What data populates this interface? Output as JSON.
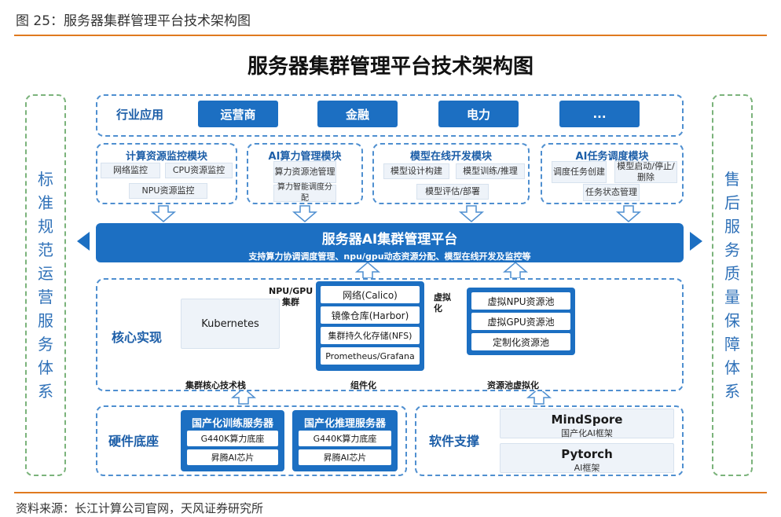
{
  "figure": {
    "caption": "图 25：服务器集群管理平台技术架构图",
    "source": "资料来源：长江计算公司官网，天风证券研究所"
  },
  "diagram": {
    "title": "服务器集群管理平台技术架构图",
    "left_column": [
      "标",
      "准",
      "规",
      "范",
      "运",
      "营",
      "服",
      "务",
      "体",
      "系"
    ],
    "right_column": [
      "售",
      "后",
      "服",
      "务",
      "质",
      "量",
      "保",
      "障",
      "体",
      "系"
    ],
    "industry": {
      "label": "行业应用",
      "items": [
        "运营商",
        "金融",
        "电力",
        "..."
      ]
    },
    "modules": [
      {
        "title": "计算资源监控模块",
        "items": [
          "网络监控",
          "CPU资源监控",
          "NPU资源监控"
        ]
      },
      {
        "title": "AI算力管理模块",
        "items": [
          "算力资源池管理",
          "算力智能调度分配"
        ]
      },
      {
        "title": "模型在线开发模块",
        "items": [
          "模型设计构建",
          "模型训练/推理",
          "模型评估/部署"
        ]
      },
      {
        "title": "AI任务调度模块",
        "items": [
          "调度任务创建",
          "模型启动/停止/删除",
          "任务状态管理"
        ]
      }
    ],
    "platform": {
      "title": "服务器AI集群管理平台",
      "subtitle": "支持算力协调调度管理、npu/gpu动态资源分配、模型在线开发及监控等"
    },
    "core": {
      "label": "核心实现",
      "kubernetes": "Kubernetes",
      "arrow1_label": "NPU/GPU集群",
      "components": [
        "网络(Calico)",
        "镜像仓库(Harbor)",
        "集群持久化存储(NFS)",
        "Prometheus/Grafana"
      ],
      "arrow2_label": "虚拟化",
      "pools": [
        "虚拟NPU资源池",
        "虚拟GPU资源池",
        "定制化资源池"
      ],
      "bottom_labels": [
        "集群核心技术栈",
        "组件化",
        "资源池虚拟化"
      ]
    },
    "hardware": {
      "label": "硬件底座",
      "training": {
        "title": "国产化训练服务器",
        "items": [
          "G440K算力底座",
          "昇腾AI芯片"
        ]
      },
      "inference": {
        "title": "国产化推理服务器",
        "items": [
          "G440K算力底座",
          "昇腾AI芯片"
        ]
      }
    },
    "software": {
      "label": "软件支撑",
      "items": [
        {
          "name": "MindSpore",
          "sub": "国产化AI框架"
        },
        {
          "name": "Pytorch",
          "sub": "AI框架"
        }
      ]
    }
  },
  "colors": {
    "accent_orange": "#e07a1f",
    "primary_blue": "#1c6fc2",
    "side_green": "#7bb37b",
    "dashed_blue": "#4f8fd0"
  }
}
